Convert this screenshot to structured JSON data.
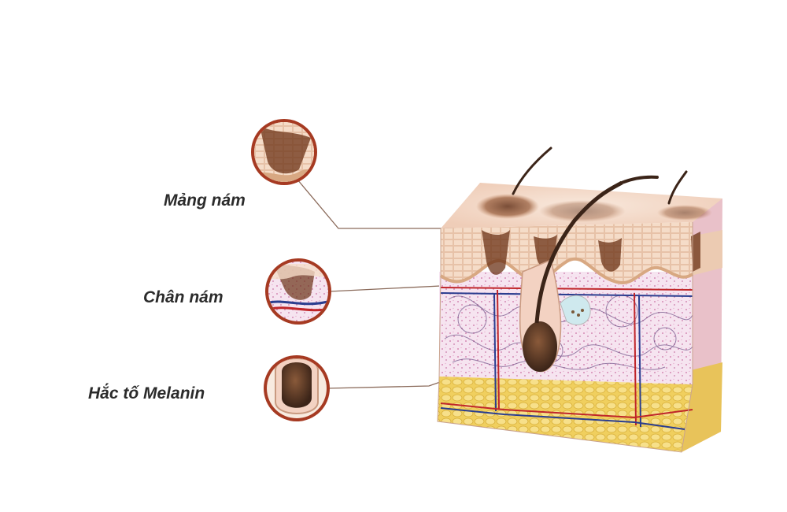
{
  "labels": {
    "patch": "Mảng nám",
    "root": "Chân nám",
    "melanin": "Hắc tố Melanin"
  },
  "colors": {
    "circle_ring": "#a63a22",
    "leader_line": "#8a6a5a",
    "epidermis": "#f3d7c4",
    "pigment": "#7a3b1c",
    "dermis": "#f4e0ee",
    "fat": "#f1d368",
    "artery": "#c0262a",
    "vein": "#2a3d8f",
    "hair": "#3b2418"
  },
  "icons": [
    "skin-cross-section",
    "melasma-patch-zoom",
    "melasma-root-zoom",
    "melanin-follicle-zoom"
  ]
}
